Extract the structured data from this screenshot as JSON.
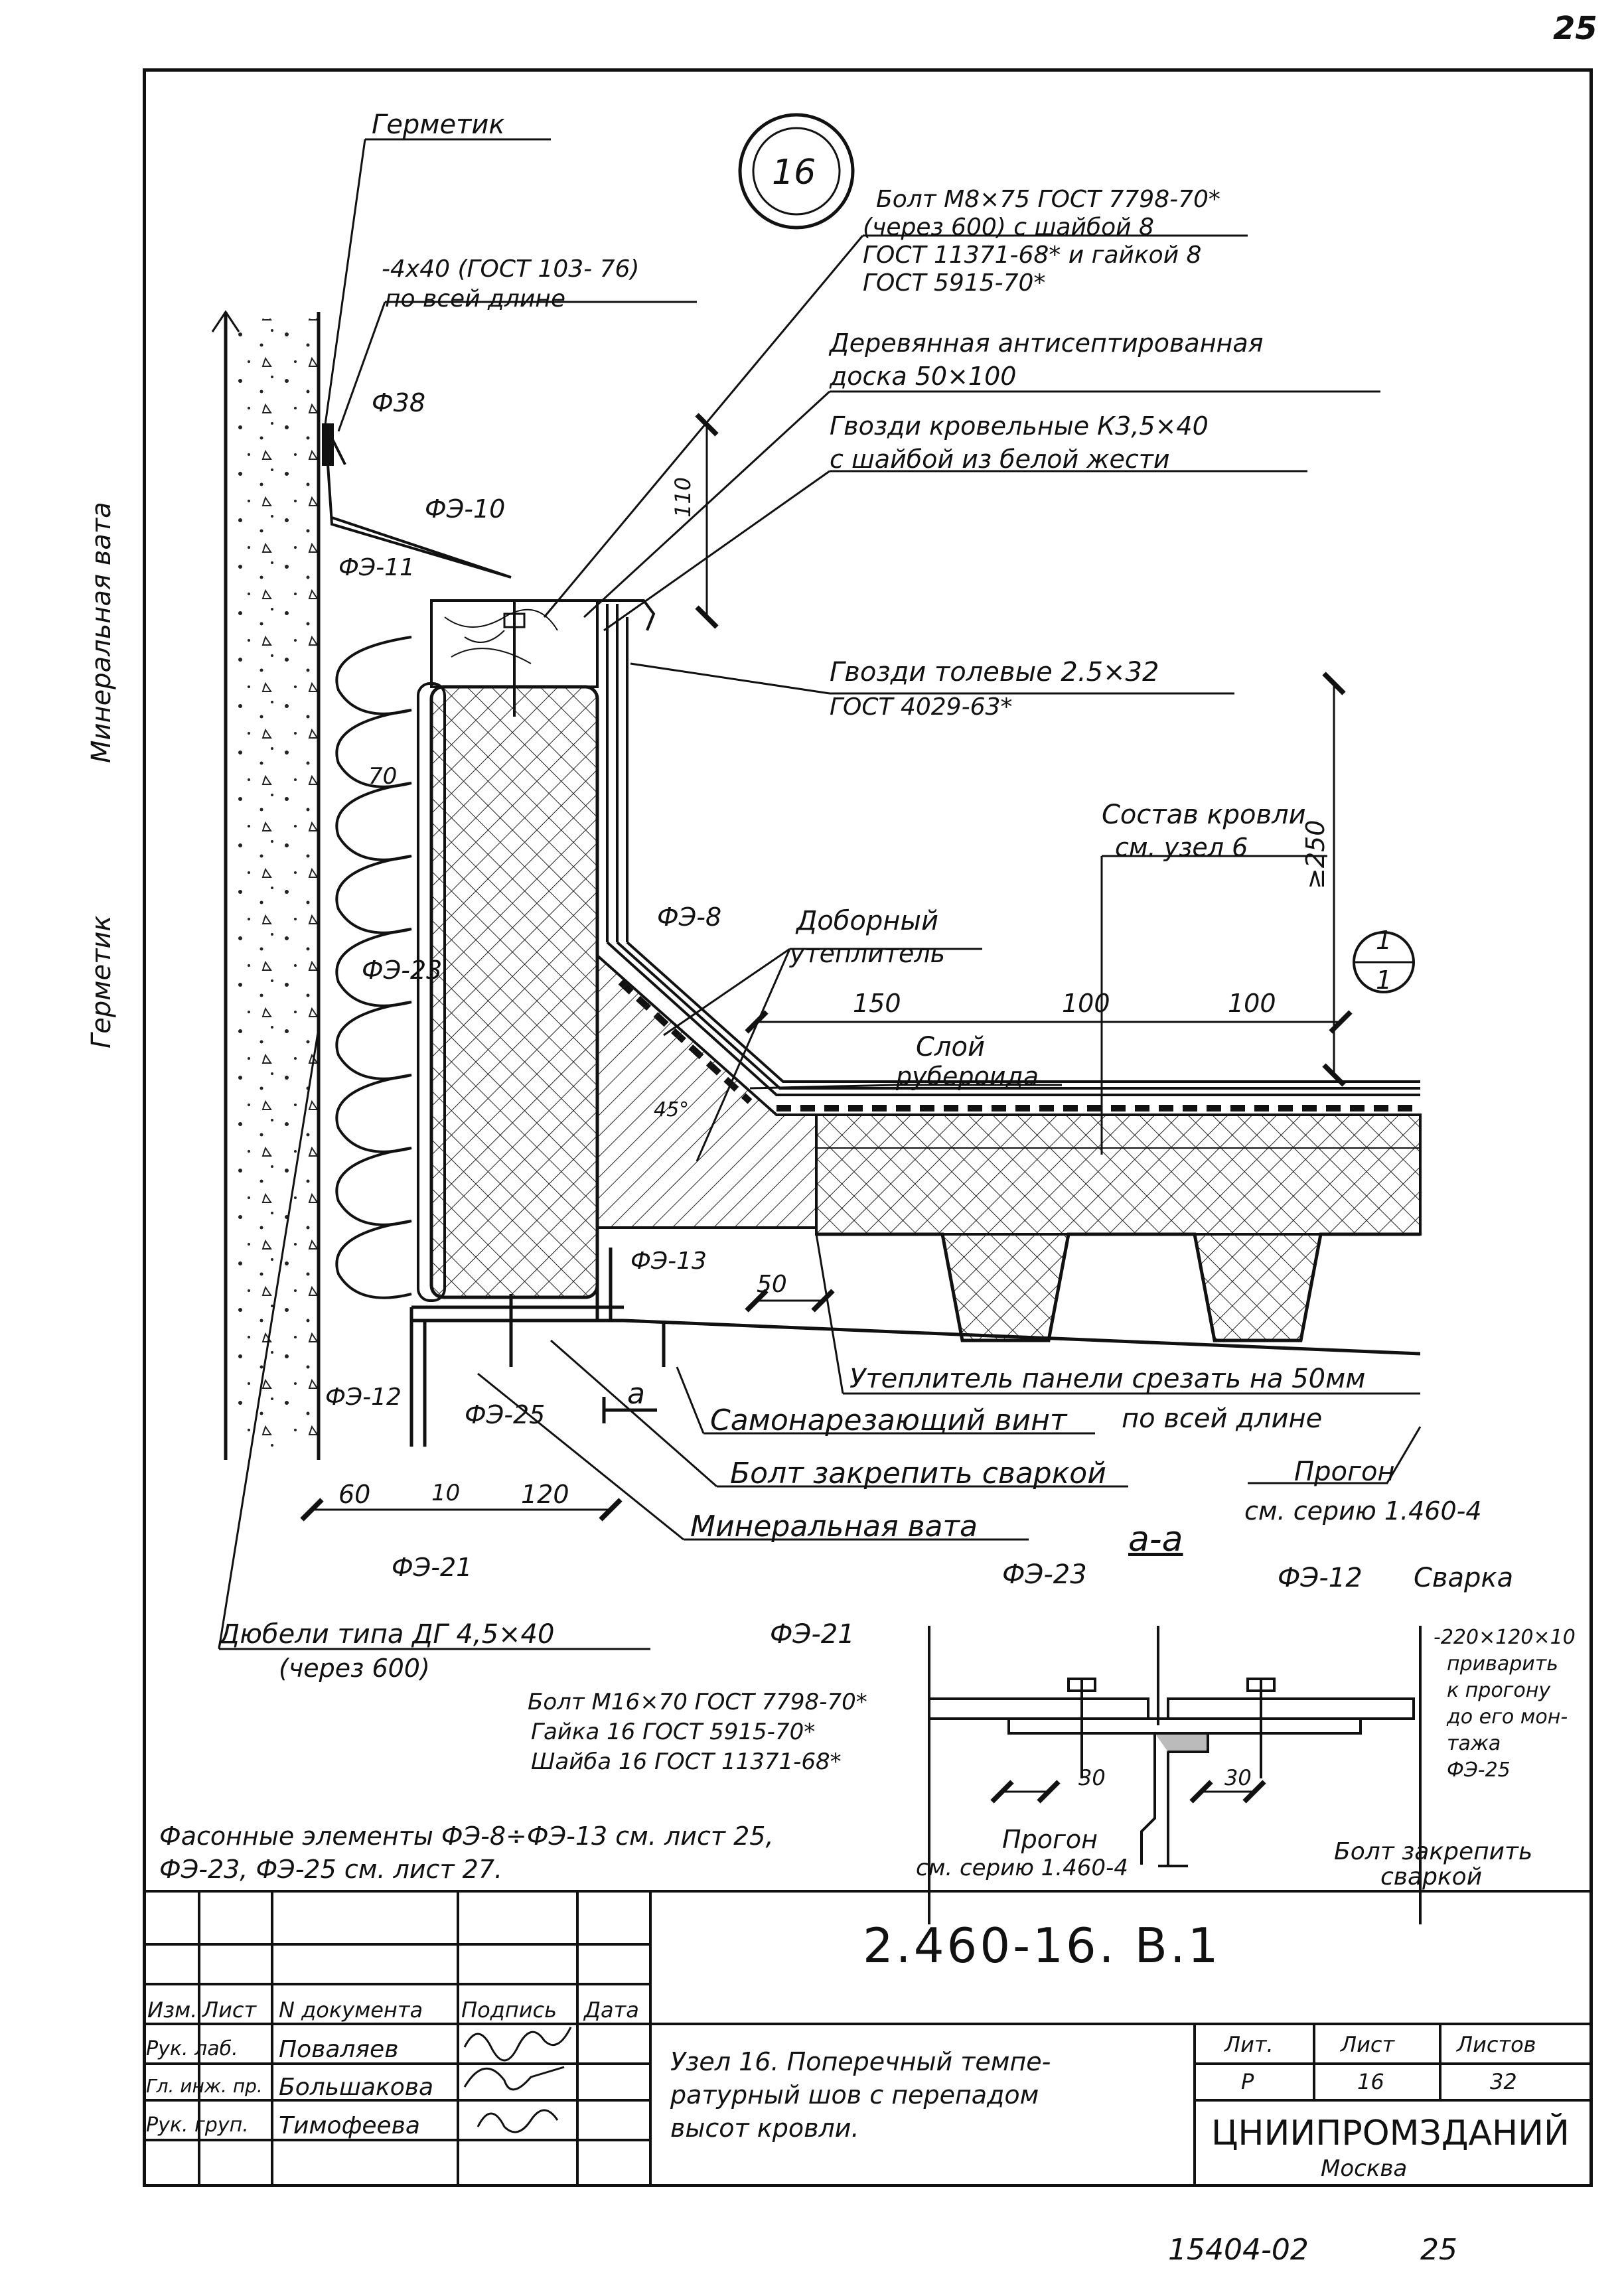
{
  "page": {
    "page_number": "25",
    "bottom_note_left": "15404-02",
    "bottom_note_right": "25"
  },
  "node": {
    "number": "16",
    "section_mark_top": "1",
    "section_mark_bottom": "1",
    "section_label": "а",
    "section_title": "а-а"
  },
  "labels": {
    "hermetik_top": "Герметик",
    "strip": "-4х40 (ГОСТ 103- 76)",
    "strip_len": "по всей длине",
    "mineral_wool_vertical": "Минеральная вата",
    "hermetik_vertical": "Герметик",
    "bolt_m8_1": "Болт М8×75 ГОСТ 7798-70*",
    "bolt_m8_2": "(через 600) с шайбой 8",
    "bolt_m8_3": "ГОСТ 11371-68* и гайкой 8",
    "bolt_m8_4": "ГОСТ 5915-70*",
    "wood_1": "Деревянная антисептированная",
    "wood_2": "доска 50×100",
    "nails_roof_1": "Гвозди кровельные К3,5×40",
    "nails_roof_2": "с шайбой из белой жести",
    "nails_tol_1": "Гвозди толевые 2.5×32",
    "nails_tol_2": "ГОСТ 4029-63*",
    "roof_comp_1": "Состав кровли",
    "roof_comp_2": "см. узел 6",
    "extra_ins_1": "Доборный",
    "extra_ins_2": "утеплитель",
    "ruberoid_1": "Слой",
    "ruberoid_2": "рубероида",
    "panel_cut_1": "Утеплитель панели срезать на 50мм",
    "panel_cut_2": "по всей длине",
    "screw": "Самонарезающий винт",
    "bolt_weld": "Болт закрепить сваркой",
    "mineral_wool": "Минеральная вата",
    "purlin_1": "Прогон",
    "purlin_2": "см. серию 1.460-4",
    "dowels_1": "Дюбели типа ДГ 4,5×40",
    "dowels_2": "(через 600)",
    "f38": "Ф38",
    "fe10": "ФЭ-10",
    "fe11": "ФЭ-11",
    "fe8": "ФЭ-8",
    "fe23": "ФЭ-23",
    "fe13": "ФЭ-13",
    "fe12": "ФЭ-12",
    "fe25": "ФЭ-25",
    "fe21": "ФЭ-21",
    "angle45": "45°",
    "ge250": "≥250"
  },
  "dims": {
    "d110": "110",
    "d70": "70",
    "d150": "150",
    "d100a": "100",
    "d100b": "100",
    "d50": "50",
    "d60": "60",
    "d10": "10",
    "d120": "120"
  },
  "section_aa": {
    "fe23": "ФЭ-23",
    "fe12": "ФЭ-12",
    "weld": "Сварка",
    "fe21": "ФЭ-21",
    "bolt_1": "Болт М16×70  ГОСТ 7798-70*",
    "bolt_2": "Гайка 16 ГОСТ 5915-70*",
    "bolt_3": "Шайба 16 ГОСТ 11371-68*",
    "plate_1": "-220×120×10",
    "plate_2": "приварить",
    "plate_3": "к прогону",
    "plate_4": "до его мон-",
    "plate_5": "тажа",
    "plate_6": "ФЭ-25",
    "d30a": "30",
    "d30b": "30",
    "purlin_1": "Прогон",
    "purlin_2": "см. серию 1.460-4",
    "bolt_weld_1": "Болт закрепить",
    "bolt_weld_2": "сваркой"
  },
  "notes": {
    "line1": "Фасонные элементы ФЭ-8÷ФЭ-13 см. лист 25,",
    "line2": "ФЭ-23, ФЭ-25 см. лист 27."
  },
  "title_block": {
    "doc_code": "2.460-16. В.1",
    "col_izm": "Изм.",
    "col_list": "Лист",
    "col_doc": "N документа",
    "col_sign": "Подпись",
    "col_date": "Дата",
    "row1_role": "Рук. лаб.",
    "row1_name": "Поваляев",
    "row2_role": "Гл. инж. пр.",
    "row2_name": "Большакова",
    "row3_role": "Рук. груп.",
    "row3_name": "Тимофеева",
    "title_1": "Узел 16. Поперечный темпе-",
    "title_2": "ратурный шов с перепадом",
    "title_3": "высот кровли.",
    "lit_h": "Лит.",
    "list_h": "Лист",
    "listov_h": "Листов",
    "lit_v": "Р",
    "list_v": "16",
    "listov_v": "32",
    "org_1": "ЦНИИПРОМЗДАНИЙ",
    "org_2": "Москва"
  }
}
